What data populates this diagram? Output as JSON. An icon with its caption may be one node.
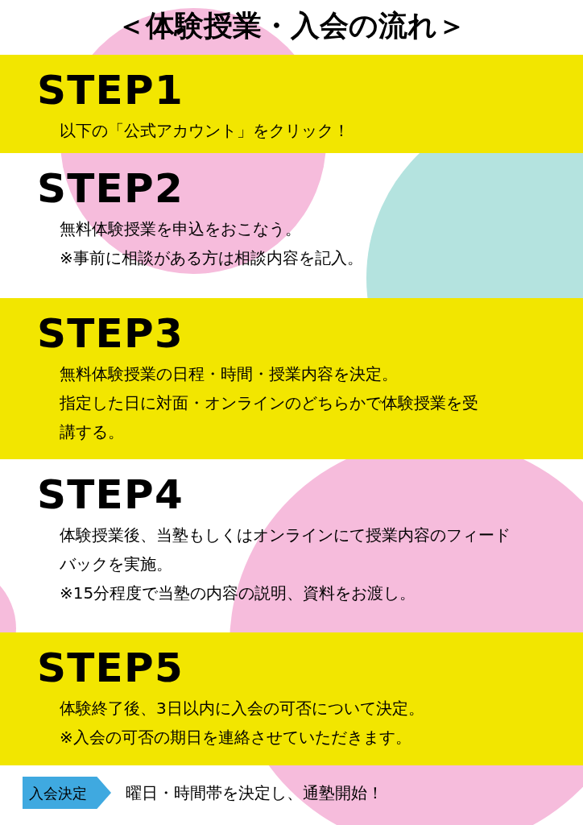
{
  "diagram": {
    "title": "＜体験授業・入会の流れ＞",
    "nodes": [
      {
        "text": [
          "STEP1",
          "以下の「公式アカウント」をクリック！"
        ]
      },
      {
        "text": [
          "STEP2",
          "無料体験授業を申込をおこなう。",
          "※事前に相談がある方は相談内容を記入。"
        ]
      },
      {
        "text": [
          "STEP3",
          "無料体験授業の日程・時間・授業内容を決定。",
          "指定した日に対面・オンラインのどちらかで体験授業を受講する。"
        ]
      },
      {
        "text": [
          "STEP4",
          "体験授業後、当塾もしくはオンラインにて授業内容のフィードバックを実施。",
          "※15分程度で当塾の内容の説明、資料をお渡し。"
        ]
      },
      {
        "text": [
          "STEP5",
          "体験終了後、3日以内に入会の可否について決定。",
          "※入会の可否の期日を連絡させていただきます。"
        ]
      },
      {
        "text": [
          "入会決定"
        ],
        "beside": [
          "曜日・時間帯を決定し、通塾開始！"
        ]
      }
    ]
  }
}
